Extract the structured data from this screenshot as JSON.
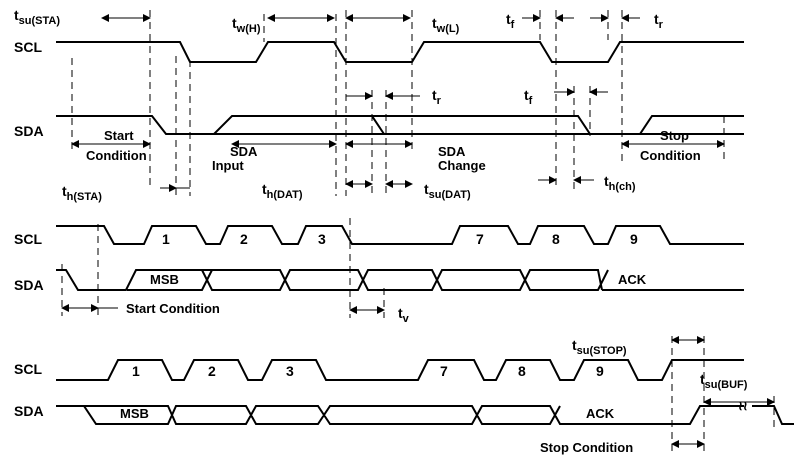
{
  "signals": {
    "scl": "SCL",
    "sda": "SDA"
  },
  "timing_params": [
    {
      "id": "tsu_sta",
      "t": "t",
      "sub": "su(STA)"
    },
    {
      "id": "tw_h",
      "t": "t",
      "sub": "w(H)"
    },
    {
      "id": "tw_l",
      "t": "t",
      "sub": "w(L)"
    },
    {
      "id": "tf_top",
      "t": "t",
      "sub": "f"
    },
    {
      "id": "tr_top",
      "t": "t",
      "sub": "r"
    },
    {
      "id": "tr_mid",
      "t": "t",
      "sub": "r"
    },
    {
      "id": "tf_mid",
      "t": "t",
      "sub": "f"
    },
    {
      "id": "th_sta",
      "t": "t",
      "sub": "h(STA)"
    },
    {
      "id": "th_dat",
      "t": "t",
      "sub": "h(DAT)"
    },
    {
      "id": "tsu_dat",
      "t": "t",
      "sub": "su(DAT)"
    },
    {
      "id": "th_ch",
      "t": "t",
      "sub": "h(ch)"
    },
    {
      "id": "tv",
      "t": "t",
      "sub": "v"
    },
    {
      "id": "tsu_stop",
      "t": "t",
      "sub": "su(STOP)"
    },
    {
      "id": "tsu_buf",
      "t": "t",
      "sub": "su(BUF)"
    }
  ],
  "labels": {
    "start": "Start",
    "condition": "Condition",
    "sda_input_1": "SDA",
    "sda_input_2": "Input",
    "sda_change_1": "SDA",
    "sda_change_2": "Change",
    "stop": "Stop",
    "stop_condition_top": "Condition",
    "start_condition": "Start Condition",
    "stop_condition": "Stop Condition",
    "msb": "MSB",
    "ack": "ACK"
  },
  "bit_labels_mid": [
    "1",
    "2",
    "3",
    "7",
    "8",
    "9"
  ],
  "bit_labels_bot": [
    "1",
    "2",
    "3",
    "7",
    "8",
    "9"
  ],
  "break_mark": "≀≀"
}
